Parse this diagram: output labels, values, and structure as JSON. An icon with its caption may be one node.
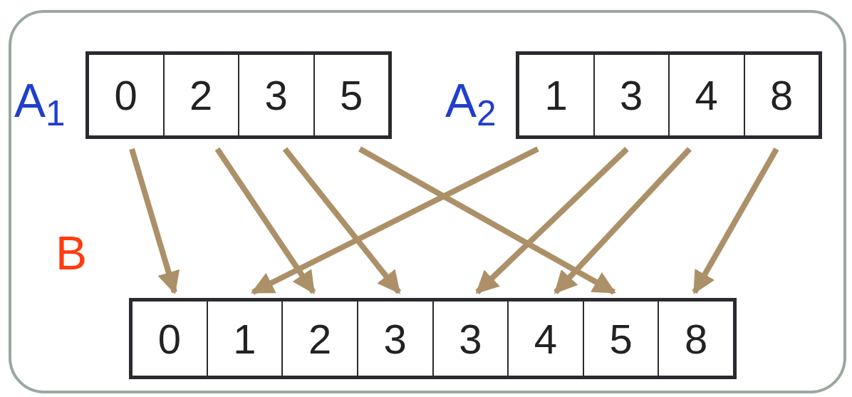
{
  "diagram": {
    "nodes": [
      {
        "text": [],
        "shape": "box",
        "beside": [
          "A$_{1}$"
        ]
      },
      {
        "text": [
          "0"
        ],
        "in": 0
      },
      {
        "text": [
          "2"
        ],
        "in": 0
      },
      {
        "text": [
          "3"
        ],
        "in": 0
      },
      {
        "text": [
          "5"
        ],
        "in": 0
      },
      {
        "text": [],
        "shape": "box",
        "beside": [
          "A$_{2}$"
        ]
      },
      {
        "text": [
          "1"
        ],
        "in": 5
      },
      {
        "text": [
          "3"
        ],
        "in": 5
      },
      {
        "text": [
          "4"
        ],
        "in": 5
      },
      {
        "text": [
          "8"
        ],
        "in": 5
      },
      {
        "text": [],
        "shape": "box",
        "beside": [
          "B"
        ]
      },
      {
        "text": [
          "0"
        ],
        "in": 10
      },
      {
        "text": [
          "1"
        ],
        "in": 10
      },
      {
        "text": [
          "2"
        ],
        "in": 10
      },
      {
        "text": [
          "3"
        ],
        "in": 10
      },
      {
        "text": [
          "3"
        ],
        "in": 10
      },
      {
        "text": [
          "4"
        ],
        "in": 10
      },
      {
        "text": [
          "5"
        ],
        "in": 10
      },
      {
        "text": [
          "8"
        ],
        "in": 10
      }
    ],
    "edges": [
      {
        "from": 1,
        "to": 11,
        "arrow": "to",
        "color": "#ab9068"
      },
      {
        "from": 2,
        "to": 13,
        "arrow": "to",
        "color": "#ab9068"
      },
      {
        "from": 3,
        "to": 14,
        "arrow": "to",
        "color": "#ab9068"
      },
      {
        "from": 4,
        "to": 17,
        "arrow": "to",
        "color": "#ab9068"
      },
      {
        "from": 6,
        "to": 12,
        "arrow": "to",
        "color": "#ab9068"
      },
      {
        "from": 7,
        "to": 15,
        "arrow": "to",
        "color": "#ab9068"
      },
      {
        "from": 8,
        "to": 16,
        "arrow": "to",
        "color": "#ab9068"
      },
      {
        "from": 9,
        "to": 18,
        "arrow": "to",
        "color": "#ab9068"
      }
    ]
  }
}
